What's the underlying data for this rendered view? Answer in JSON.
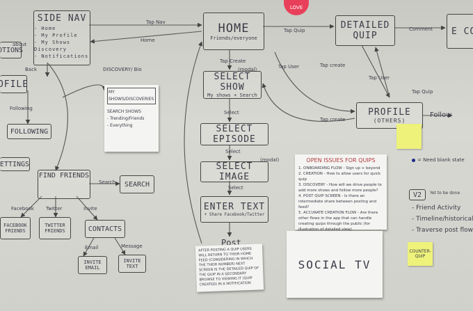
{
  "nodes": {
    "side_nav": "SIDE NAV",
    "side_nav_items": [
      "- Home",
      "- My Profile",
      "- My Shows Discovery",
      "- Notifications"
    ],
    "home": "HOME",
    "home_sub": "Friends/everyone",
    "detailed_quip": "DETAILED QUIP",
    "select_show": "SELECT SHOW",
    "select_show_sub": "My shows + Search",
    "select_episode": "SELECT EPISODE",
    "select_image": "SELECT IMAGE",
    "enter_text": "ENTER TEXT",
    "enter_text_sub": "+ Share Facebook/Twitter",
    "post": "Post",
    "profile_others": "PROFILE",
    "profile_others_sub": "(OTHERS)",
    "profile": "OFILE",
    "following": "FOLLOWING",
    "settings": "ETTINGS",
    "find_friends": "FIND FRIENDS",
    "search": "SEARCH",
    "facebook_friends": "FACEBOOK FRIENDS",
    "twitter_friends": "TWITTER FRIENDS",
    "contacts": "CONTACTS",
    "invite_email": "INVITE EMAIL",
    "invite_text": "INVITE TEXT",
    "options": "OTIONS",
    "edge_box": "E CO",
    "social_tv": "SOCIAL TV",
    "follow": "Follow"
  },
  "edges": {
    "tap_nav": "Tap Nav",
    "home_label": "Home",
    "tap_quip": "Tap Quip",
    "comment": "Comment",
    "tap_create": "Tap Create",
    "tap_user": "Tap User",
    "tap_user2": "Tap User",
    "tap_quip2": "Tap Quip",
    "tap_create2": "Tap create",
    "tap_create3": "Tap create",
    "discovery": "DISCOVERY/ Bio",
    "select1": "Select",
    "select2": "Select",
    "select3": "Select",
    "following_lbl": "Following",
    "search_lbl": "Search",
    "facebook_lbl": "Facebook",
    "twitter_lbl": "Twitter",
    "invite_lbl": "Invite",
    "email_lbl": "Email",
    "message_lbl": "Message",
    "modal": "(modal)",
    "modal2": "(modal)",
    "about": "about",
    "back": "Back"
  },
  "sheets": {
    "myshows": [
      "MY SHOWS/DISCOVERIES",
      "SEARCH SHOWS",
      "- Trending/Friends",
      "- Everything"
    ],
    "open_issues_title": "OPEN ISSUES FOR QUIPS",
    "open_issues": [
      "1. ONBOARDING FLOW - Sign up + beyond",
      "2. CREATION - How to allow users for quick quip",
      "3. DISCOVERY - How will we drive people to add more shows and follow more people?",
      "4. POST QUIP SCREEN - Is there an intermediate share between posting and feed?",
      "5. ACCURATE CREATION FLOW - Are there other flows in the app that can handle creating quips through the public (for illustration of detailed view)"
    ],
    "post_note": "AFTER POSTING A QUIP USERS WILL RETURN TO THEIR HOME FEED (CONSIDERING IN WHICH THE THEIR NUMBER) NEXT SCREEN IS THE DETAILED QUIP OF THE QUIP IN A SECONDARY BROWSE TO VIEWING IT (QUIP CREATED) IN A NOTIFICATION",
    "v2_title": "V2",
    "v2_note": "Yet to be done",
    "v2_items": [
      "- Friend Activity",
      "- Timeline/historical View",
      "- Traverse post flow"
    ],
    "legend": "= Need blank state",
    "sticky_counter": "COUNTER-QUIP",
    "love": "LOVE"
  },
  "colors": {
    "ink": "#444444",
    "paper": "#f4f4f2",
    "sticky": "#eef27a",
    "dot": "#1a2a8a",
    "love": "#e8405a"
  }
}
